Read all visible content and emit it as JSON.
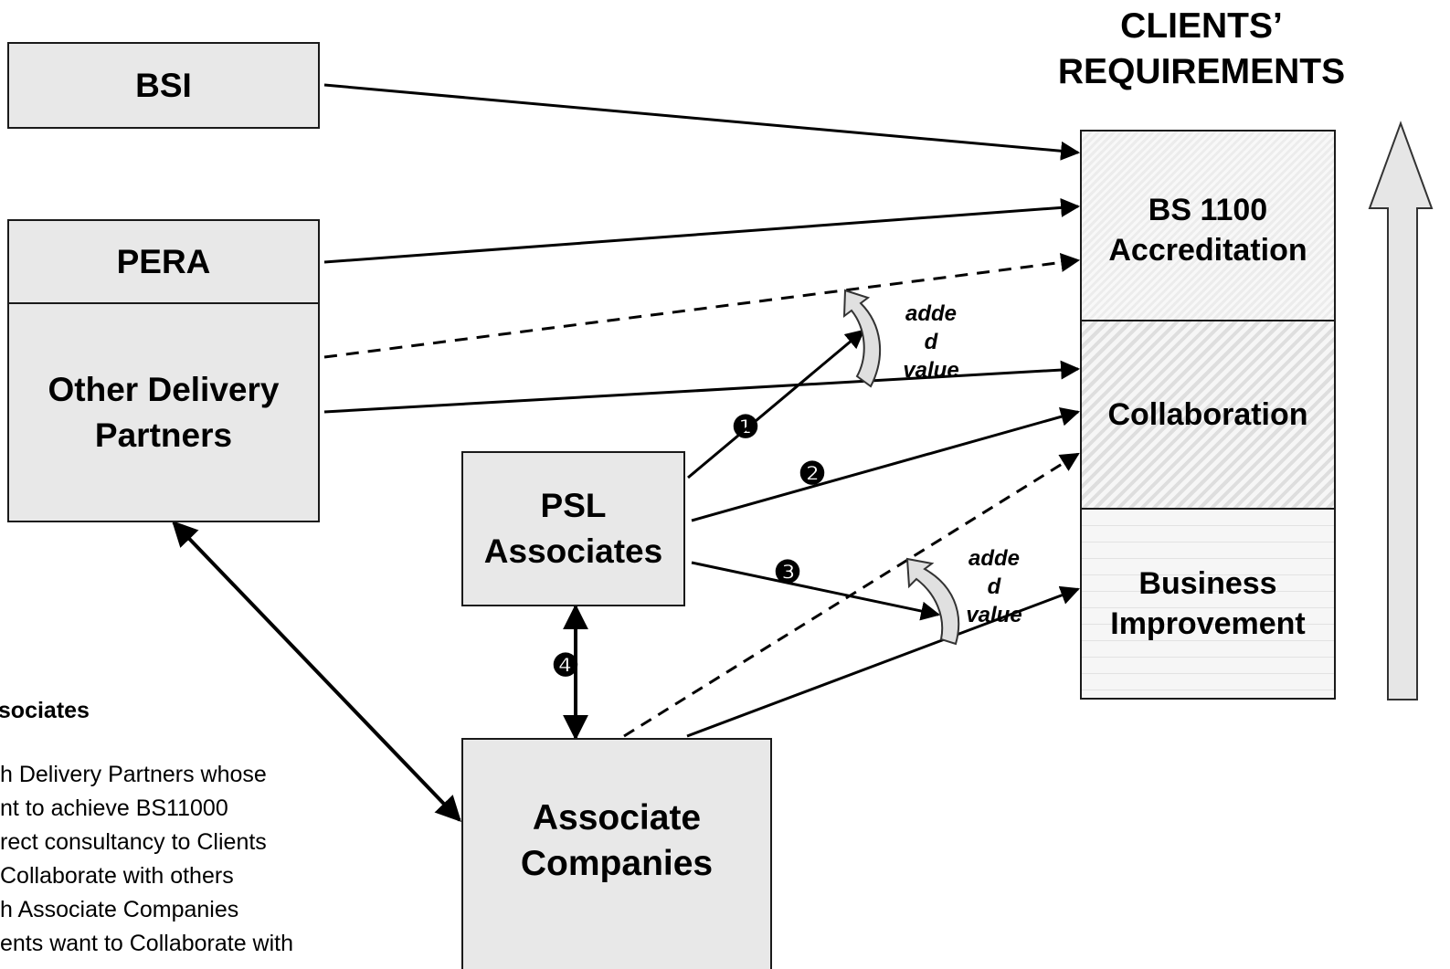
{
  "header": {
    "title_line1": "CLIENTS’",
    "title_line2": "REQUIREMENTS"
  },
  "nodes": {
    "bsi": "BSI",
    "pera": "PERA",
    "other_partners_line1": "Other Delivery",
    "other_partners_line2": "Partners",
    "psl_line1": "PSL",
    "psl_line2": "Associates",
    "associate_companies_line1": "Associate",
    "associate_companies_line2": "Companies"
  },
  "requirements": {
    "bs_line1": "BS 1100",
    "bs_line2": "Accreditation",
    "collaboration": "Collaboration",
    "business_line1": "Business",
    "business_line2": "Improvement"
  },
  "annotations": {
    "added_value_1": [
      "adde",
      "d",
      "value"
    ],
    "added_value_2": [
      "adde",
      "d",
      "value"
    ]
  },
  "markers": {
    "m1": "❶",
    "m2": "❷",
    "m3": "❸",
    "m4": "❹"
  },
  "legend": {
    "heading": "ssociates",
    "lines": [
      "h Delivery Partners whose",
      "nt to achieve BS11000",
      "rect consultancy to Clients",
      " Collaborate with others",
      "h Associate Companies",
      "ents want to Collaborate with"
    ]
  },
  "colors": {
    "box_fill": "#e8e8e8",
    "stroke": "#1a1a1a",
    "arrow_fill": "#e0e0e0"
  },
  "icons": {
    "big_arrow": "up-arrow-icon",
    "added_value_arrow": "curved-arrow-icon"
  }
}
